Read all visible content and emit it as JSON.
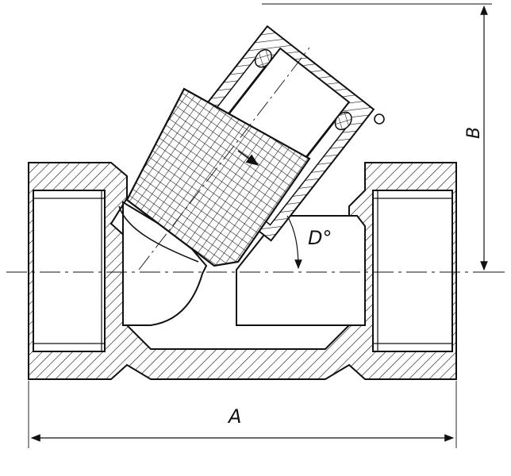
{
  "drawing": {
    "dimensions": {
      "length": "A",
      "height": "B",
      "angle": "D°"
    }
  },
  "colors": {
    "line": "#111111",
    "background": "#ffffff"
  }
}
